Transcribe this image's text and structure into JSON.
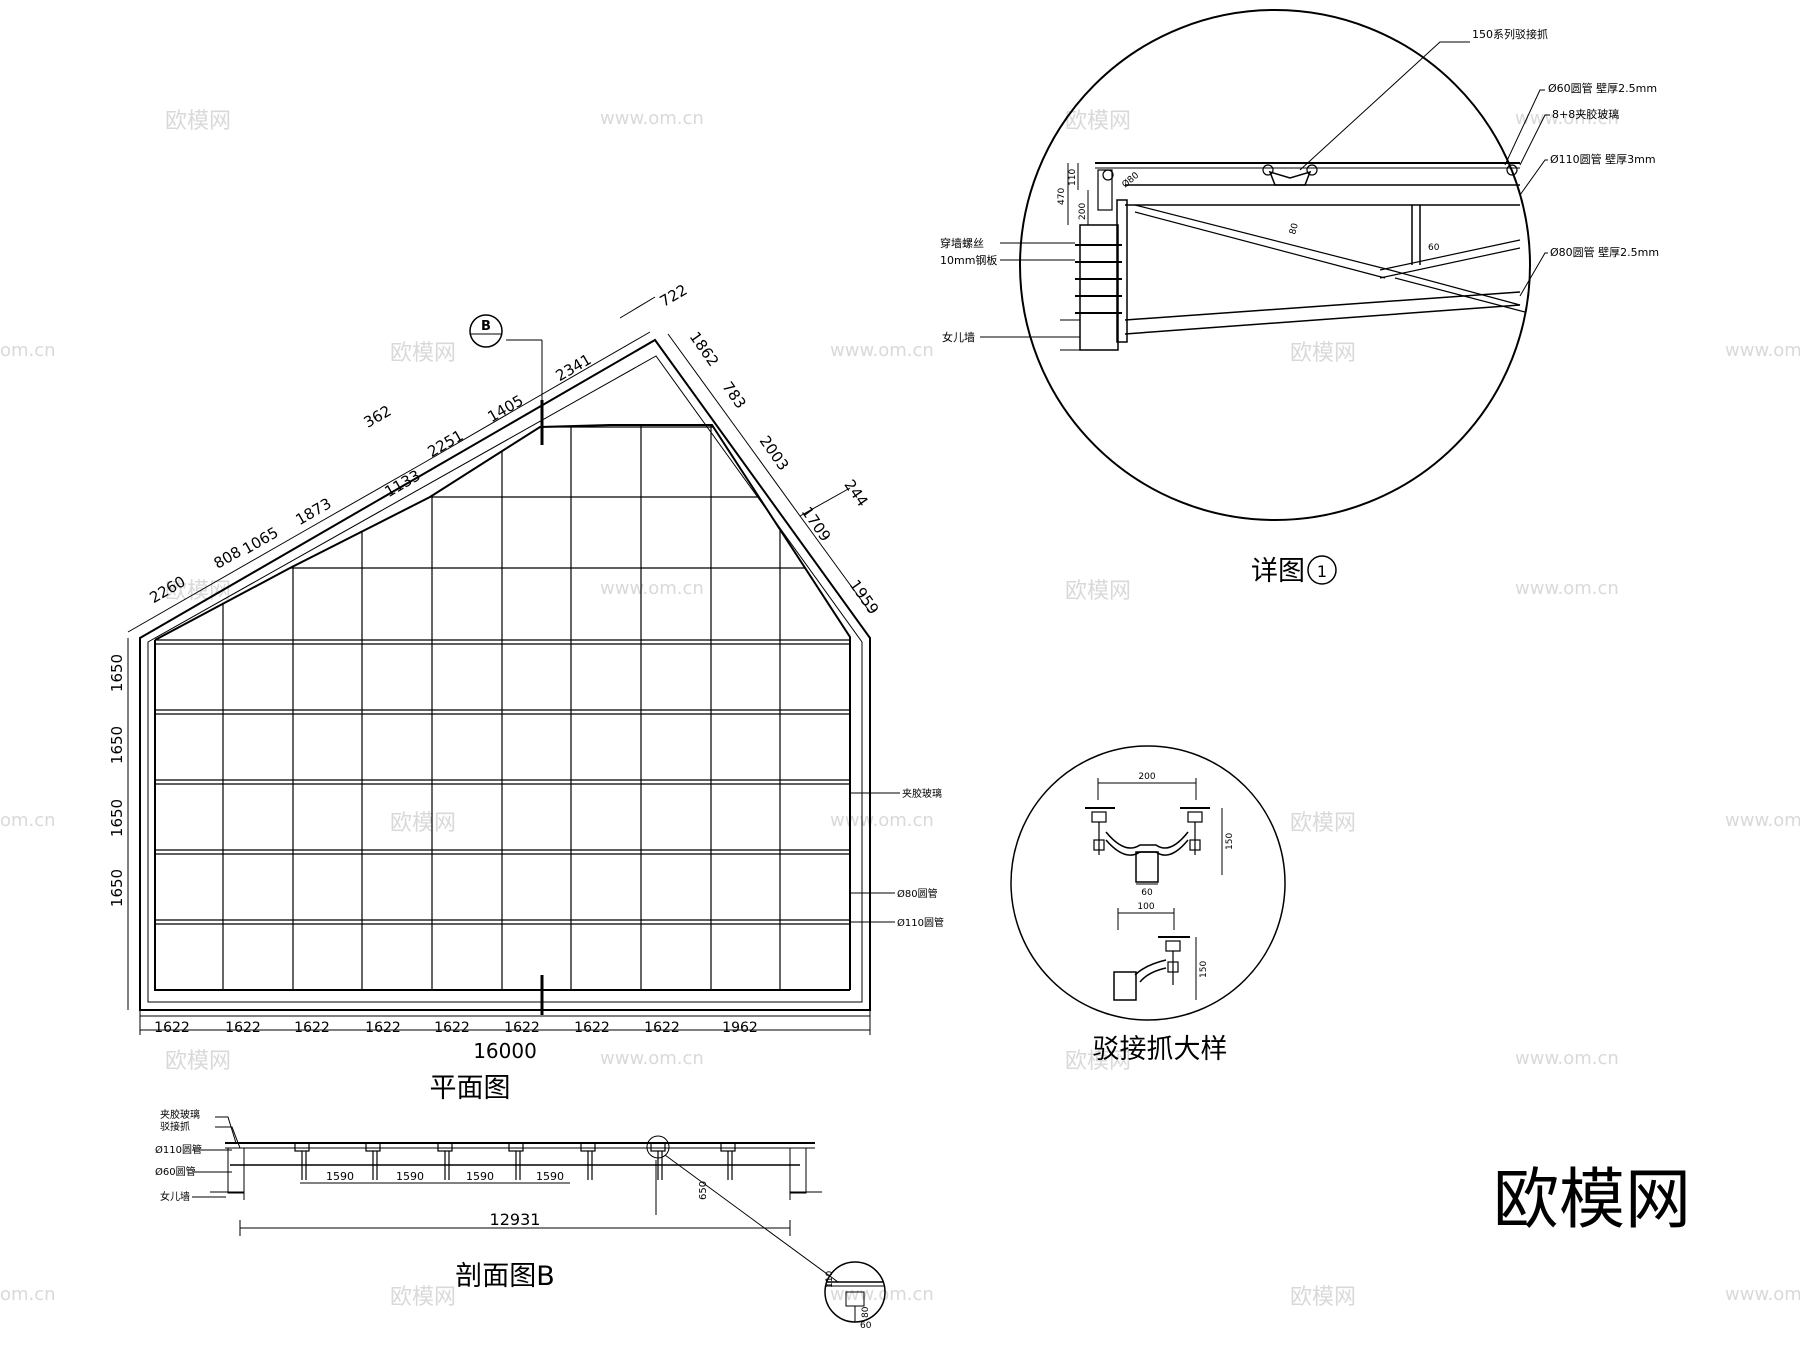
{
  "titles": {
    "plan": "平面图",
    "section": "剖面图B",
    "detail": "详图",
    "detail_num": "1",
    "claw": "驳接抓大样"
  },
  "section_marker": "B",
  "brand": "欧模网",
  "watermarks": {
    "cn": "欧模网",
    "url": "www.om.cn",
    "url_short": "om.cn"
  },
  "plan": {
    "bottom_dims": [
      "1622",
      "1622",
      "1622",
      "1622",
      "1622",
      "1622",
      "1622",
      "1622",
      "1962"
    ],
    "total_width": "16000",
    "left_dims": [
      "1650",
      "1650",
      "1650",
      "1650"
    ],
    "upper_left_dims": [
      "2260",
      "808",
      "1065",
      "1873",
      "362",
      "1133",
      "2251",
      "1405",
      "2341",
      "722"
    ],
    "upper_right_dims": [
      "1862",
      "783",
      "2003",
      "244",
      "1709",
      "1959"
    ],
    "labels": {
      "glass": "夹胶玻璃",
      "pipe80": "Ø80圆管",
      "pipe110": "Ø110圆管"
    }
  },
  "section": {
    "labels": [
      "夹胶玻璃",
      "驳接抓",
      "Ø110圆管",
      "Ø60圆管",
      "女儿墙"
    ],
    "dims": [
      "1590",
      "1590",
      "1590",
      "1590"
    ],
    "total": "12931",
    "height": "650",
    "mini": {
      "a": "110",
      "b": "80",
      "c": "60"
    }
  },
  "detail": {
    "callouts": [
      "150系列驳接抓",
      "Ø60圆管  壁厚2.5mm",
      "8+8夹胶玻璃",
      "Ø110圆管  壁厚3mm",
      "Ø80圆管  壁厚2.5mm"
    ],
    "left_labels": [
      "穿墙螺丝",
      "10mm钢板",
      "女儿墙"
    ],
    "dims": {
      "d470": "470",
      "d110": "110",
      "d200": "200",
      "dphi": "Ø80",
      "d80": "80",
      "d60": "60"
    }
  },
  "claw": {
    "d200": "200",
    "d150a": "150",
    "d60": "60",
    "d100": "100",
    "d150b": "150"
  }
}
